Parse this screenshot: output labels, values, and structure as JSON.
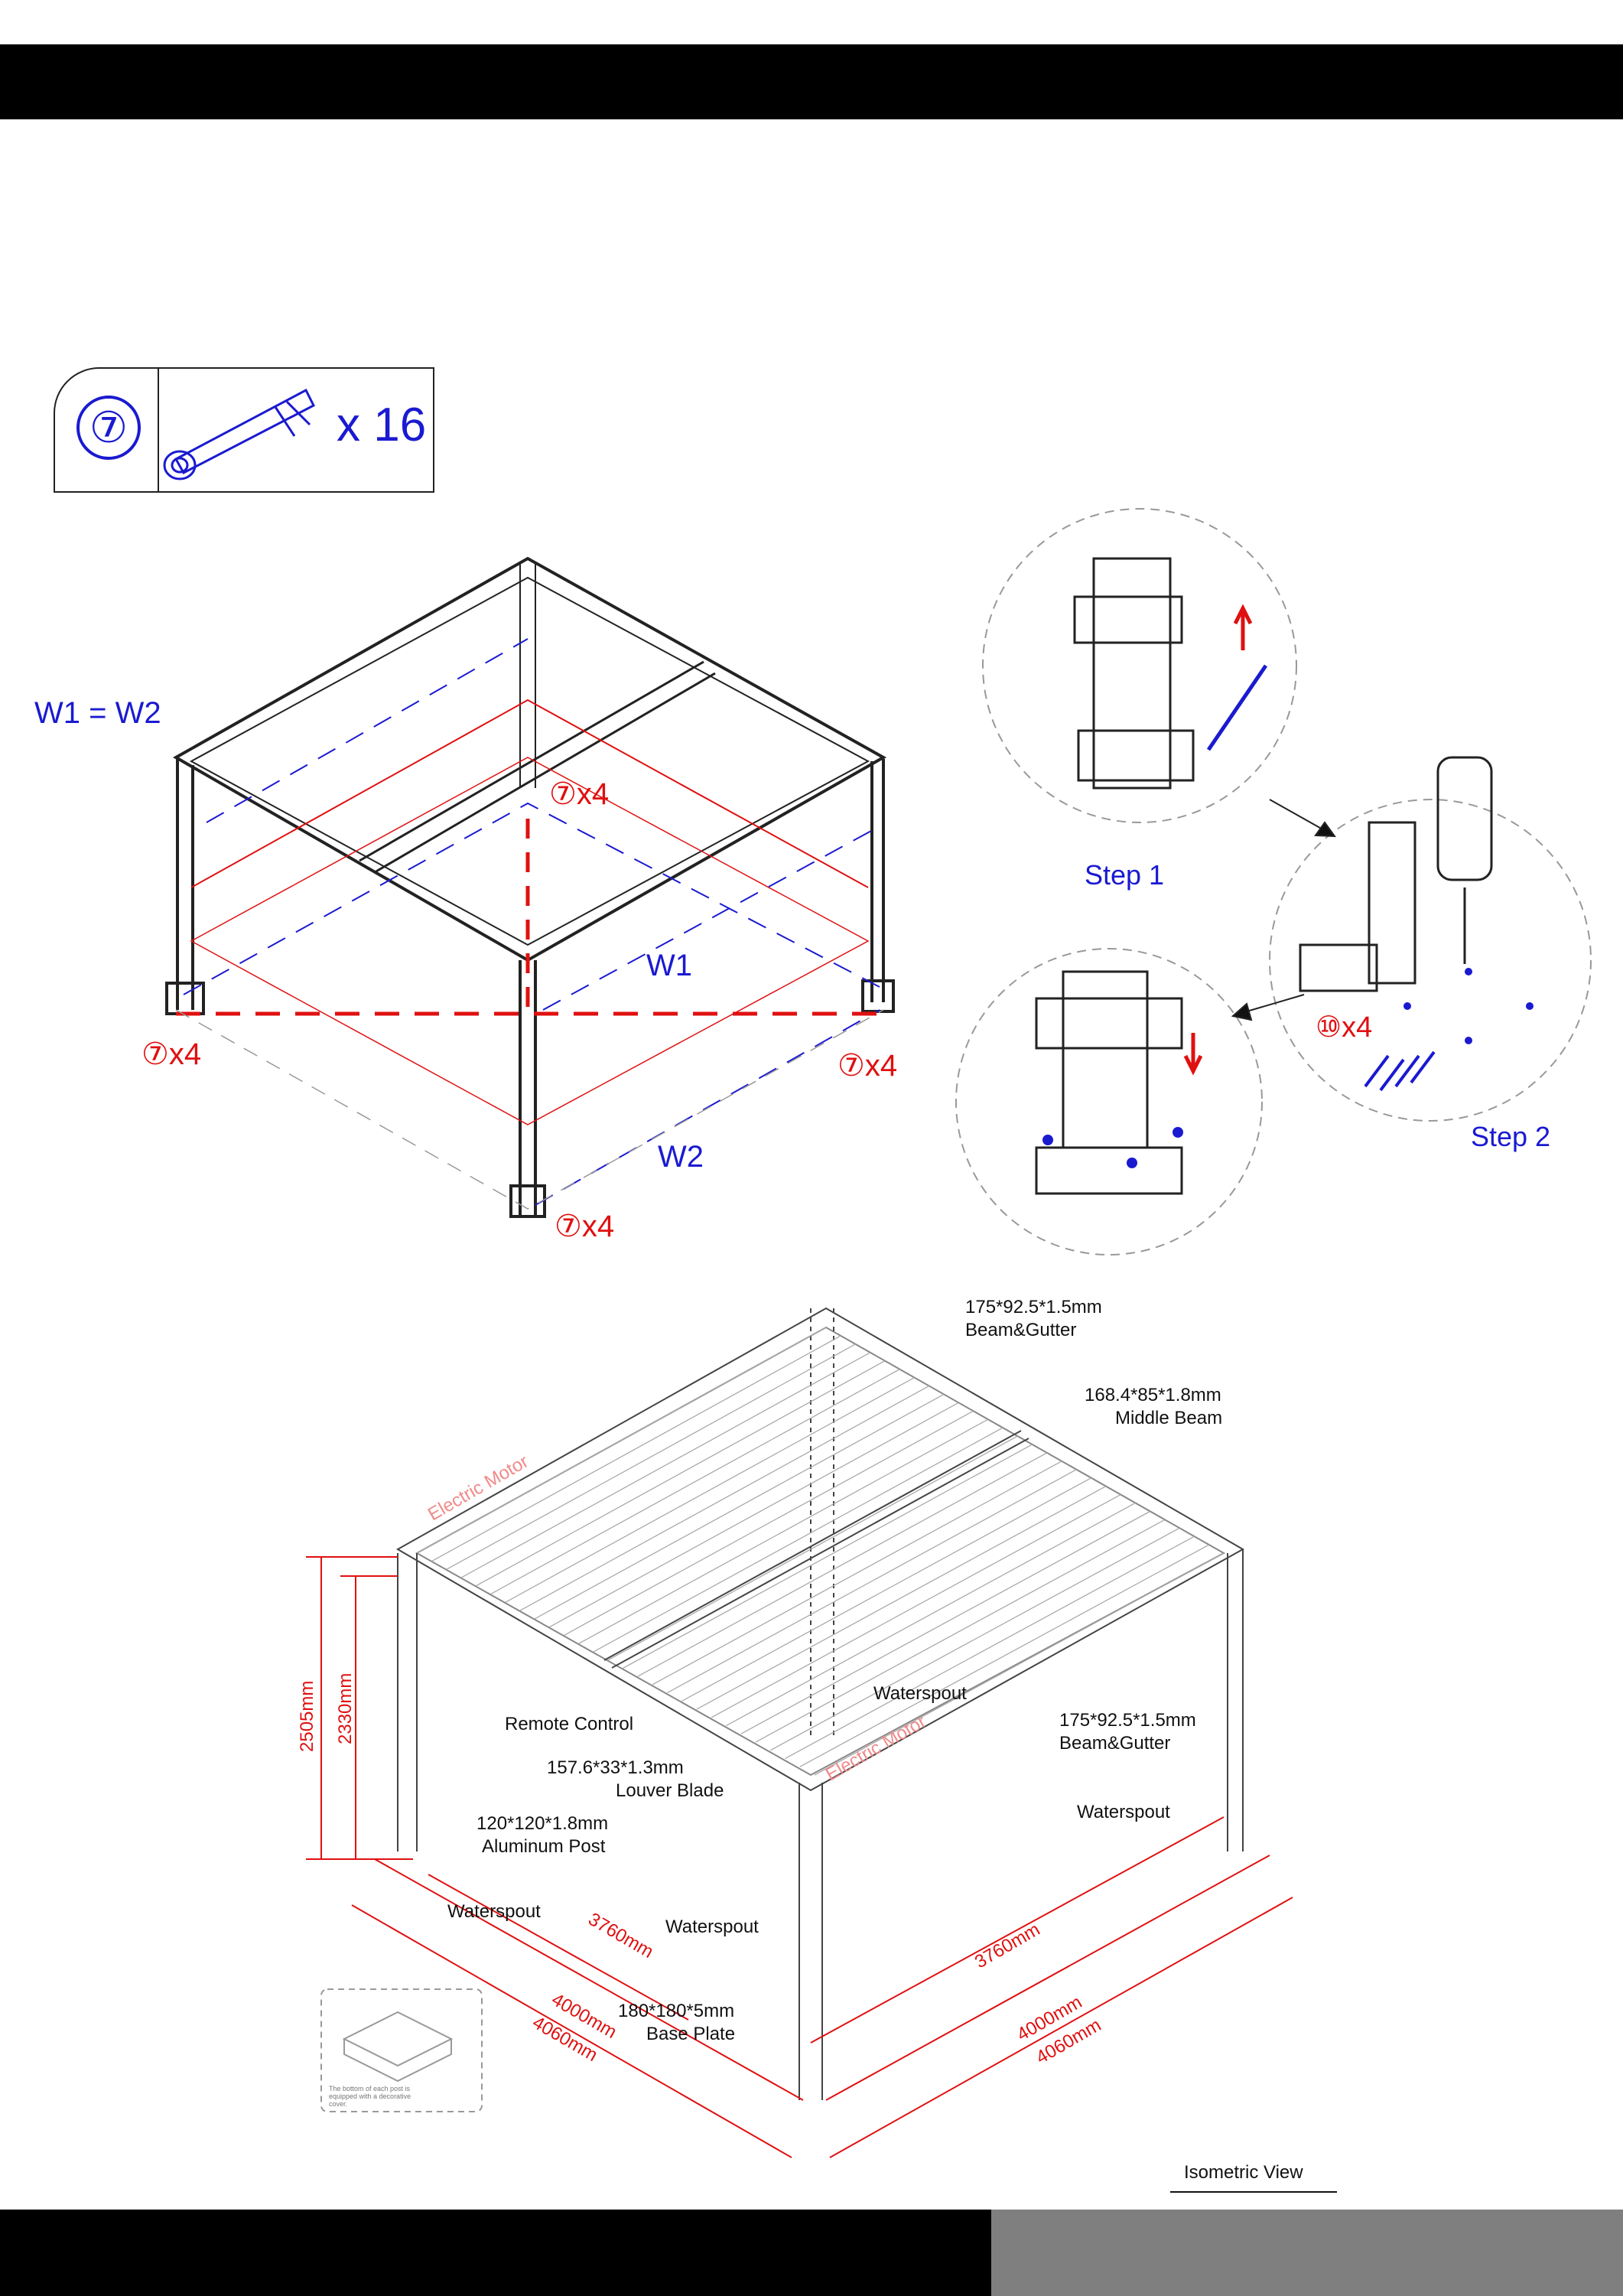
{
  "header": {
    "bar_color": "#000000"
  },
  "footer": {
    "left_color": "#000000",
    "right_color": "#7f7f7f"
  },
  "parts": {
    "number": "⑦",
    "quantity": "x 16",
    "item_icon": "expansion-bolt-icon"
  },
  "top_diagram": {
    "equation": "W1 = W2",
    "w1": "W1",
    "w2": "W2",
    "anchor_callouts": [
      "⑦x4",
      "⑦x4",
      "⑦x4",
      "⑦x4"
    ],
    "step1": "Step 1",
    "step2": "Step 2",
    "screw_callout": "⑩x4"
  },
  "iso_diagram": {
    "labels": {
      "beam_gutter_top_dim": "175*92.5*1.5mm",
      "beam_gutter_top_name": "Beam&Gutter",
      "middle_beam_dim": "168.4*85*1.8mm",
      "middle_beam_name": "Middle Beam",
      "motor_left": "Electric Motor",
      "motor_center": "Electric Motor",
      "remote": "Remote Control",
      "waterspout_center": "Waterspout",
      "beam_gutter_right_dim": "175*92.5*1.5mm",
      "beam_gutter_right_name": "Beam&Gutter",
      "louver_dim": "157.6*33*1.3mm",
      "louver_name": "Louver Blade",
      "waterspout_right": "Waterspout",
      "post_dim": "120*120*1.8mm",
      "post_name": "Aluminum Post",
      "waterspout_left": "Waterspout",
      "waterspout_front": "Waterspout",
      "base_dim": "180*180*5mm",
      "base_name": "Base Plate",
      "height_outer": "2505mm",
      "height_inner": "2330mm",
      "len_inner_left": "3760mm",
      "len_mid_left": "4000mm",
      "len_outer_left": "4060mm",
      "len_inner_right": "3760mm",
      "len_mid_right": "4000mm",
      "len_outer_right": "4060mm",
      "inset_note": "The bottom of each post is equipped with a decorative cover.",
      "view_title": "Isometric View"
    }
  }
}
